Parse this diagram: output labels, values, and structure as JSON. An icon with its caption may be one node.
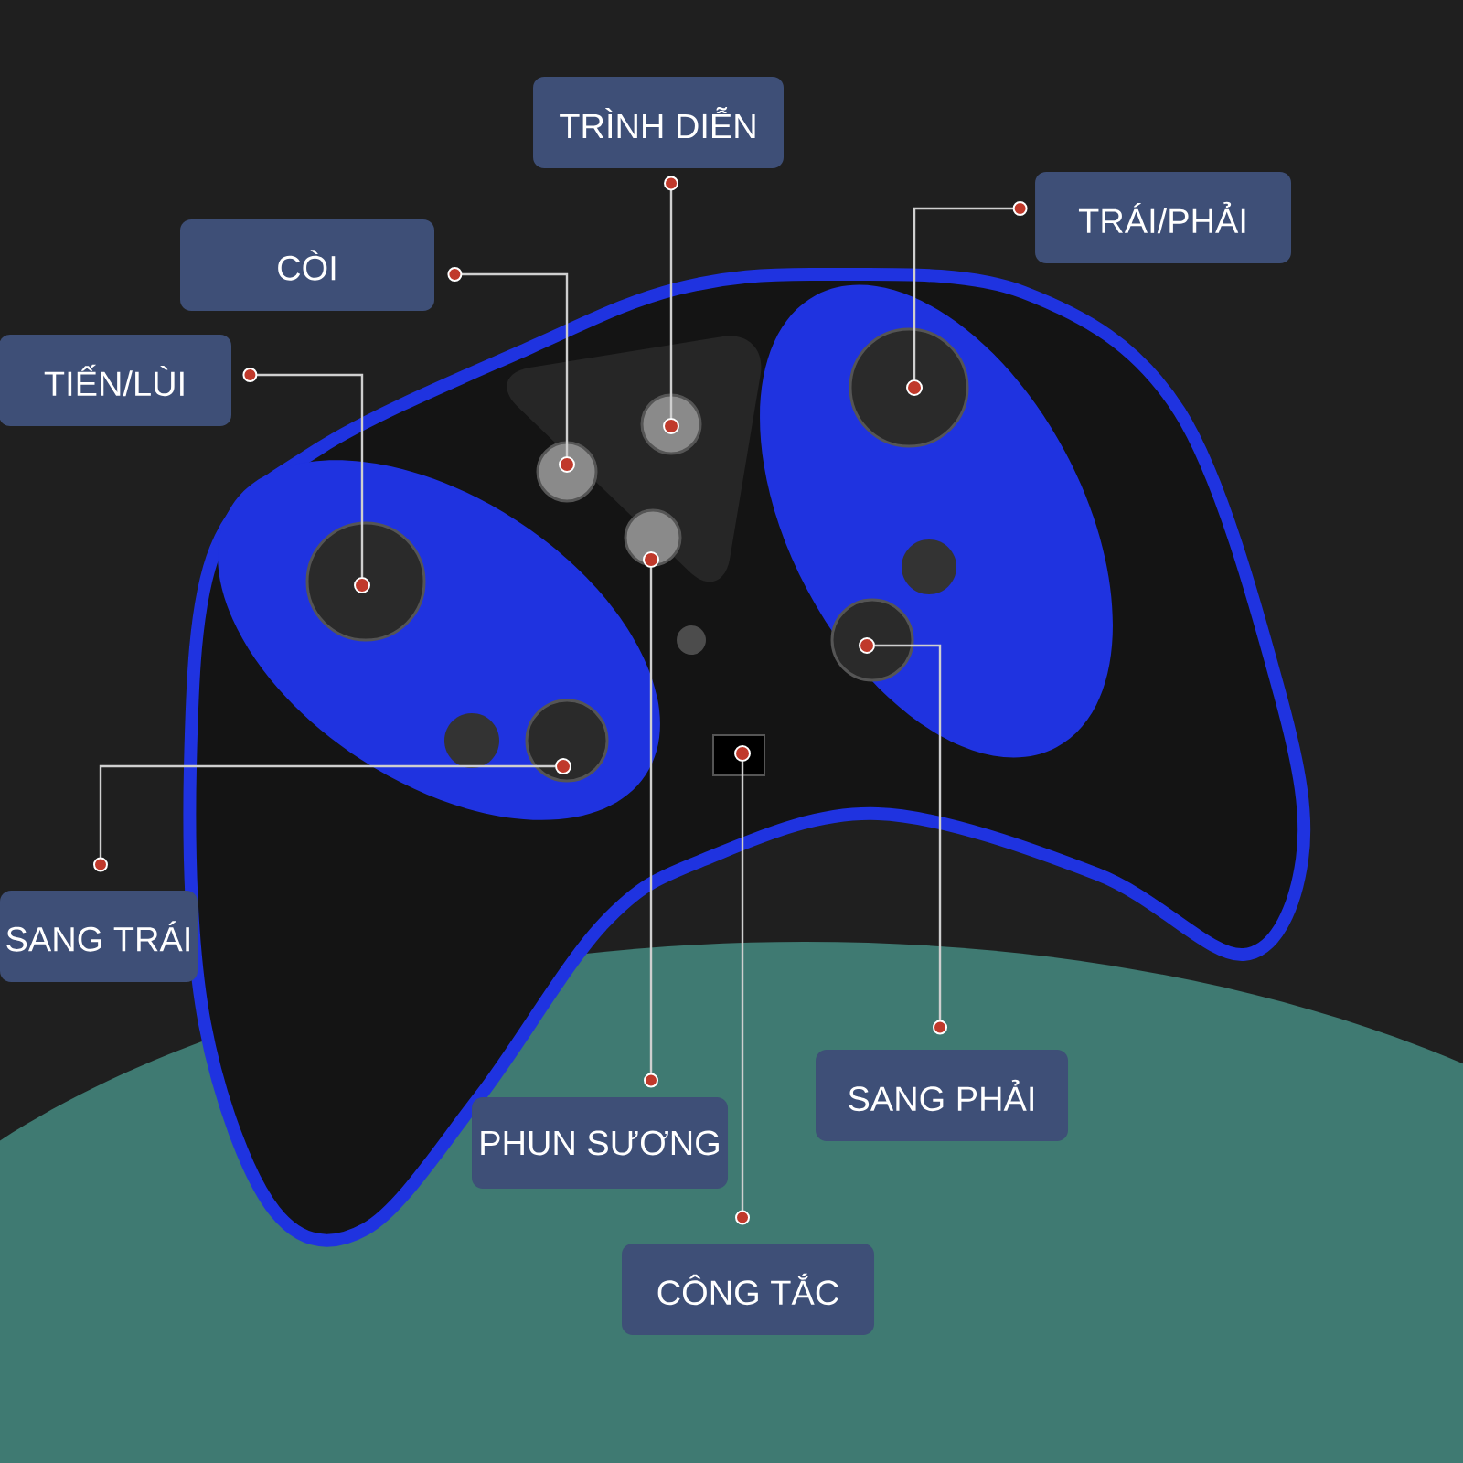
{
  "diagram": {
    "nodes": [
      {
        "text": [
          "TRÌNH DIỄN"
        ]
      },
      {
        "text": [
          "CÒI"
        ]
      },
      {
        "text": [
          "TIẾN/LÙI"
        ]
      },
      {
        "text": [
          "TRÁI/PHẢI"
        ]
      },
      {
        "text": [
          "SANG TRÁI"
        ]
      },
      {
        "text": [
          "PHUN SƯƠNG"
        ]
      },
      {
        "text": [
          "SANG PHẢI"
        ]
      },
      {
        "text": [
          "CÔNG TẮC"
        ]
      },
      {
        "text": [],
        "shape": "circle"
      },
      {
        "text": [],
        "shape": "circle"
      },
      {
        "text": [],
        "shape": "circle"
      },
      {
        "text": [],
        "shape": "circle"
      },
      {
        "text": [],
        "shape": "circle"
      },
      {
        "text": [],
        "shape": "circle"
      },
      {
        "text": [],
        "shape": "circle"
      },
      {
        "text": [],
        "shape": "circle"
      }
    ],
    "edges": [
      {
        "from": 0,
        "to": 8,
        "arrow": "other"
      },
      {
        "from": 1,
        "to": 9,
        "arrow": "other"
      },
      {
        "from": 2,
        "to": 10,
        "arrow": "other"
      },
      {
        "from": 3,
        "to": 11,
        "arrow": "other"
      },
      {
        "from": 4,
        "to": 12,
        "arrow": "other"
      },
      {
        "from": 5,
        "to": 13,
        "arrow": "other"
      },
      {
        "from": 6,
        "to": 14,
        "arrow": "other"
      },
      {
        "from": 7,
        "to": 15,
        "arrow": "other"
      }
    ]
  }
}
